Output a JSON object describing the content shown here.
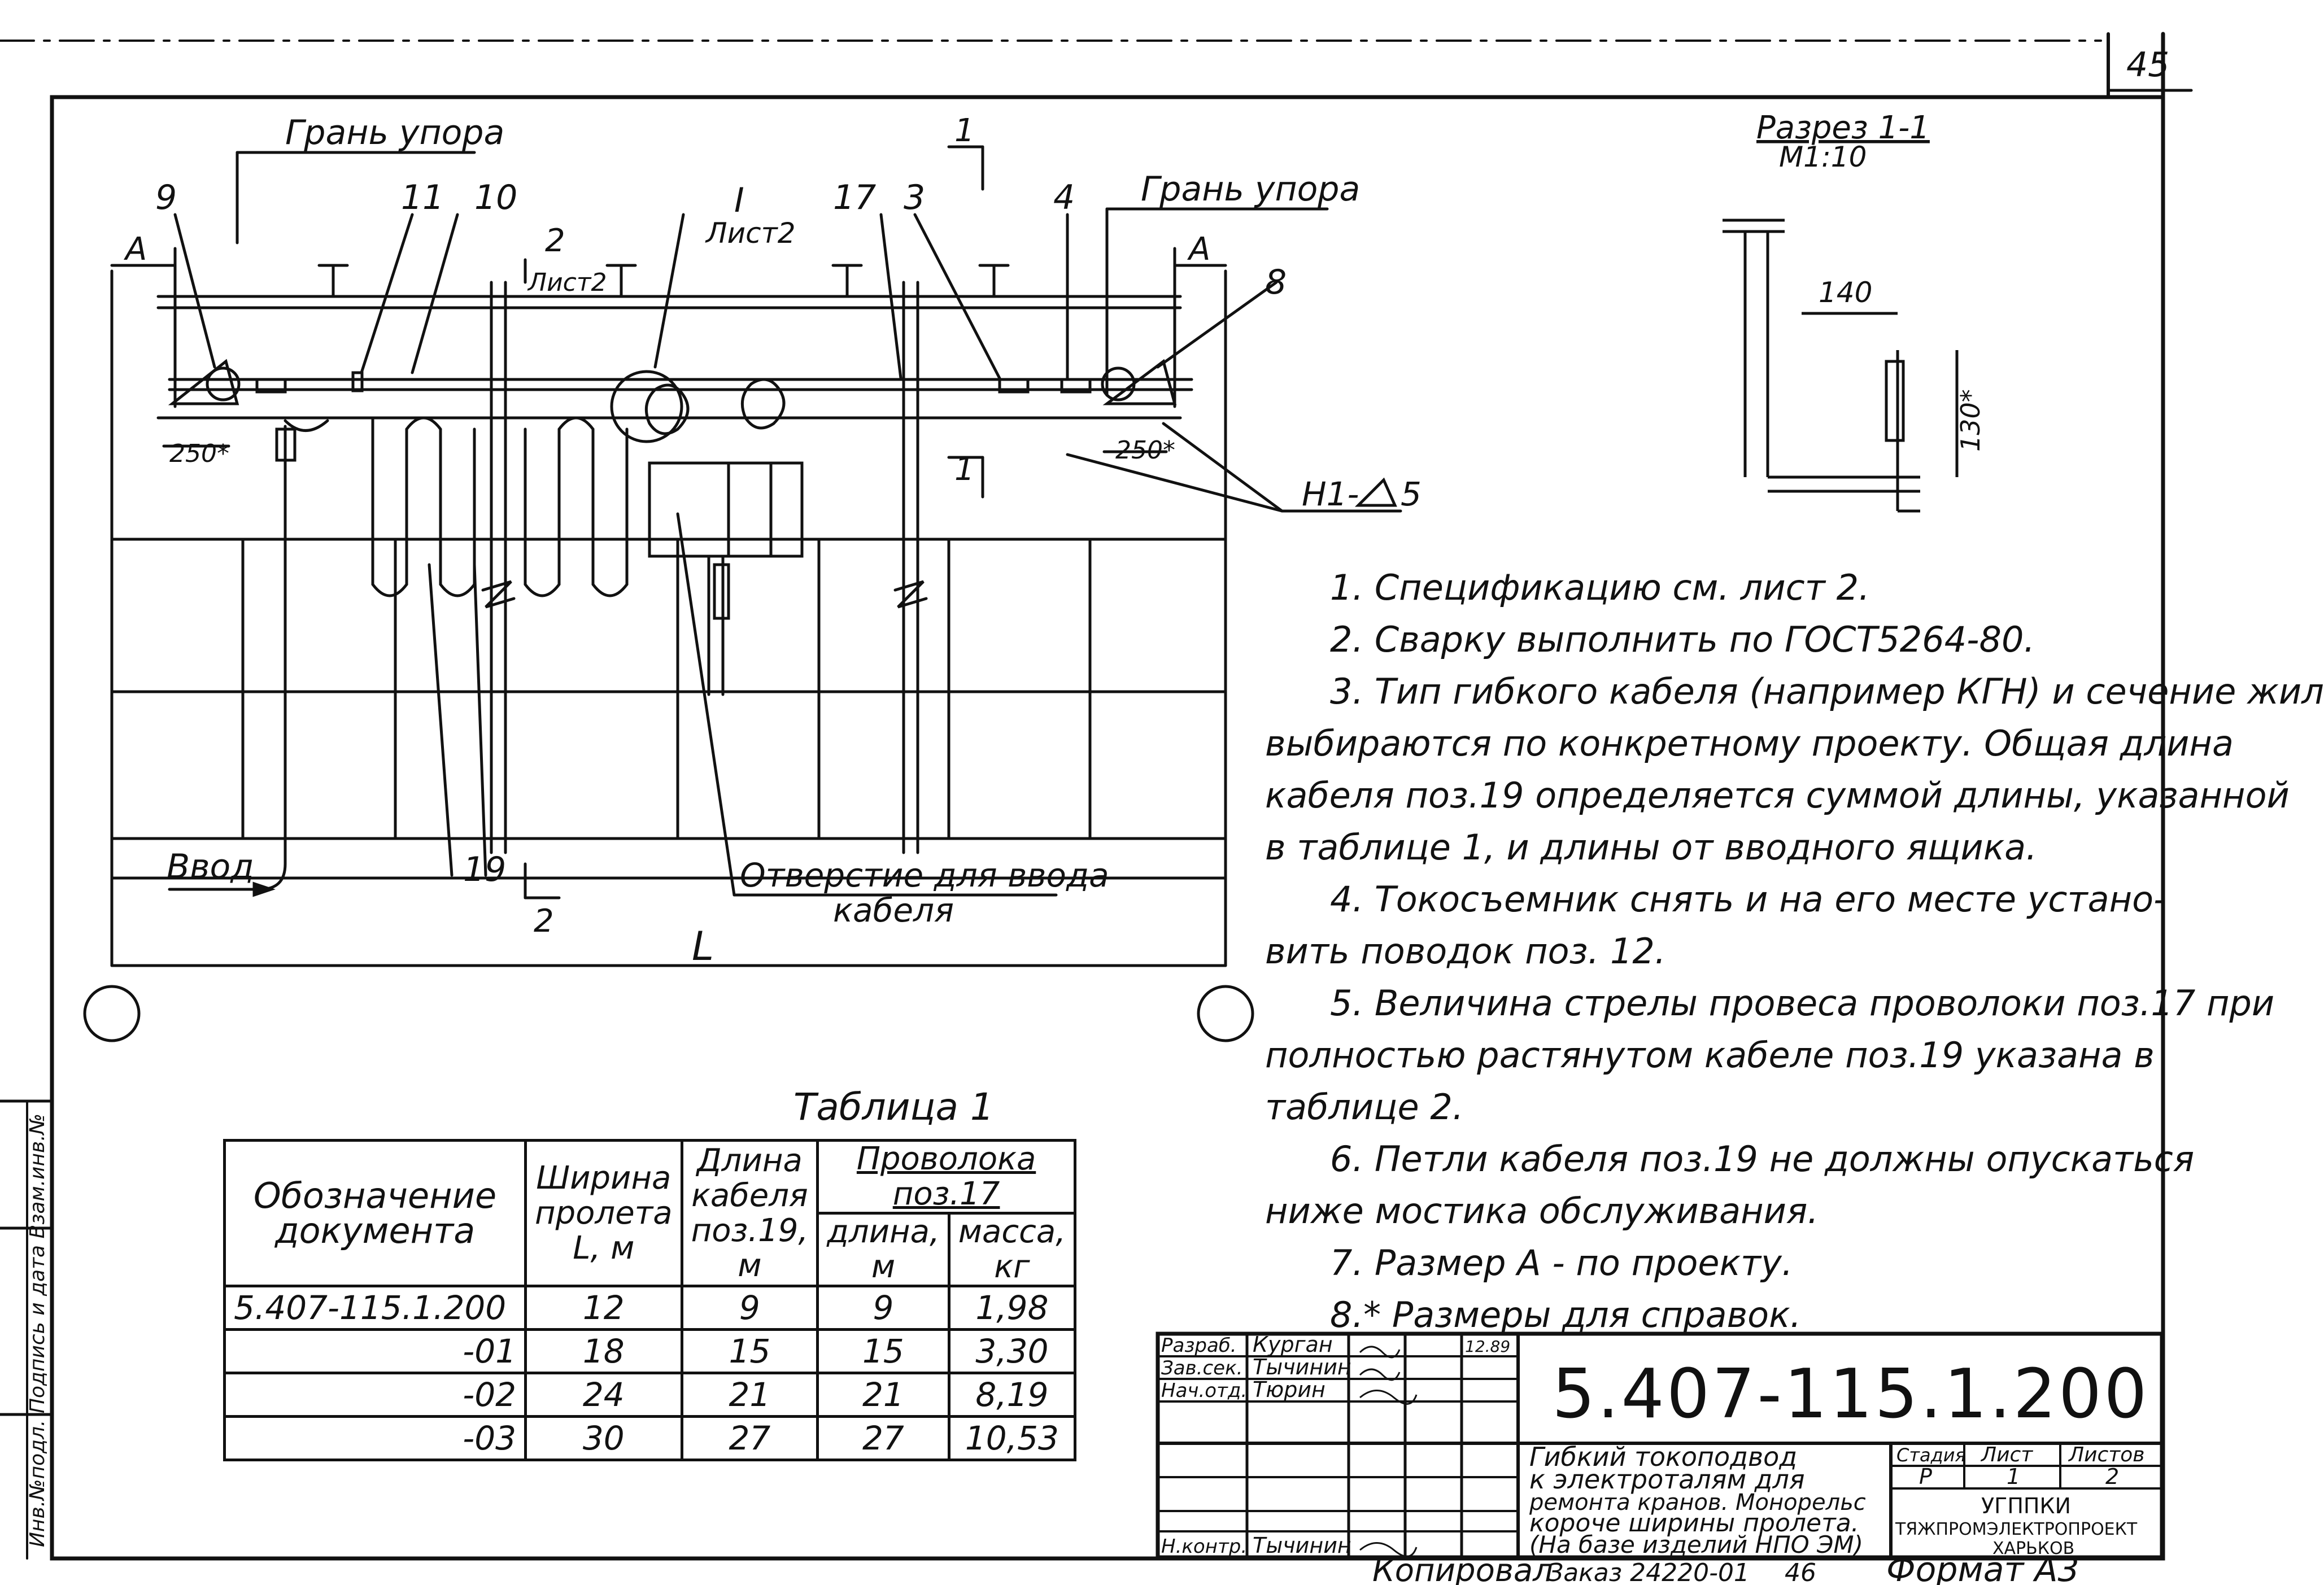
{
  "page_number": "45",
  "drawing": {
    "labels": {
      "face_left": "Грань упора",
      "face_right": "Грань упора",
      "pos_9": "9",
      "pos_11": "11",
      "pos_10": "10",
      "pos_17": "17",
      "pos_3": "3",
      "pos_4": "4",
      "pos_8": "8",
      "pos_19": "19",
      "dim_A_left": "A",
      "dim_A_right": "A",
      "dim_250_left": "250*",
      "dim_250_right": "250*",
      "section_2_top": "2",
      "section_2_sheet": "Лист2",
      "section_2_bottom": "2",
      "section_1_top": "1",
      "section_1_bottom": "1",
      "node_I": "I",
      "node_I_sheet": "Лист2",
      "input": "Ввод",
      "hole_line1": "Отверстие для ввода",
      "hole_line2": "кабеля",
      "span": "L",
      "weld": "H1-",
      "weld_size": "5"
    },
    "section": {
      "title": "Разрез 1-1",
      "scale": "М1:10",
      "dim_140": "140",
      "dim_130": "130*"
    }
  },
  "notes": [
    "1. Спецификацию см. лист 2.",
    "2. Сварку выполнить по ГОСТ5264-80.",
    "3. Тип гибкого кабеля (например КГН) и сечение жил",
    "выбираются по конкретному проекту. Общая длина",
    "кабеля поз.19 определяется суммой длины, указанной",
    "в таблице 1, и длины от вводного ящика.",
    "4. Токосъемник снять и на его месте устано-",
    "вить поводок поз. 12.",
    "5. Величина стрелы провеса проволоки поз.17 при",
    "полностью растянутом кабеле поз.19 указана в",
    "таблице 2.",
    "6. Петли кабеля поз.19 не должны опускаться",
    "ниже мостика обслуживания.",
    "7. Размер А - по проекту.",
    "8.* Размеры для справок."
  ],
  "table1": {
    "title": "Таблица 1",
    "headers": {
      "designation": "Обозначение документа",
      "span_width": "Ширина пролета L, м",
      "cable_length": "Длина кабеля поз.19, м",
      "wire_group": "Проволока поз.17",
      "wire_length": "длина, м",
      "wire_mass": "масса, кг"
    },
    "rows": [
      {
        "designation": "5.407-115.1.200",
        "span": "12",
        "cable": "9",
        "wire_len": "9",
        "mass": "1,98"
      },
      {
        "designation": "-01",
        "span": "18",
        "cable": "15",
        "wire_len": "15",
        "mass": "3,30"
      },
      {
        "designation": "-02",
        "span": "24",
        "cable": "21",
        "wire_len": "21",
        "mass": "8,19"
      },
      {
        "designation": "-03",
        "span": "30",
        "cable": "27",
        "wire_len": "27",
        "mass": "10,53"
      }
    ]
  },
  "stamp": {
    "code": "5.407-115.1.200",
    "roles": [
      {
        "role": "Разраб.",
        "name": "Курган",
        "date": "12.89"
      },
      {
        "role": "Зав.сек.",
        "name": "Тычинин",
        "date": ""
      },
      {
        "role": "Нач.отд.",
        "name": "Тюрин",
        "date": ""
      },
      {
        "role": "",
        "name": "",
        "date": ""
      },
      {
        "role": "",
        "name": "",
        "date": ""
      },
      {
        "role": "",
        "name": "",
        "date": ""
      },
      {
        "role": "Н.контр.",
        "name": "Тычинин",
        "date": ""
      }
    ],
    "title_lines": [
      "Гибкий токоподвод",
      "к электроталям для",
      "ремонта кранов. Монорельс",
      "короче ширины пролета.",
      "(На базе изделий НПО ЭМ)"
    ],
    "stage_label": "Стадия",
    "sheet_label": "Лист",
    "sheets_label": "Листов",
    "stage": "Р",
    "sheet": "1",
    "sheets": "2",
    "org_line1": "УГППКИ",
    "org_line2": "ТЯЖПРОМЭЛЕКТРОПРОЕКТ",
    "org_line3": "ХАРЬКОВ"
  },
  "footer": {
    "copied": "Копировал",
    "order": "Заказ 24220-01",
    "sheet_no": "46",
    "format": "Формат А3"
  },
  "side_strip": "Инв.№подл.   Подпись и дата   Взам.инв.№"
}
